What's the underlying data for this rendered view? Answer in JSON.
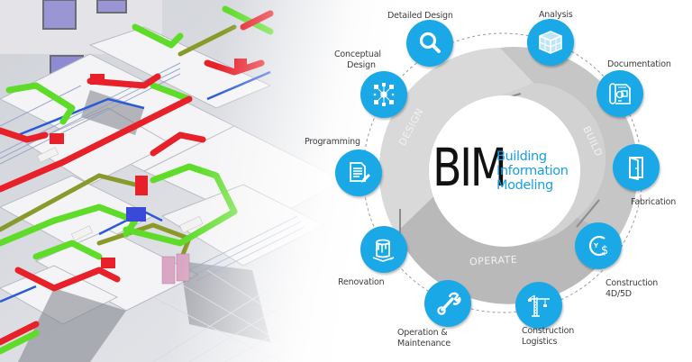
{
  "center": {
    "acronym": "BIM",
    "expansion": [
      "Building",
      "Information",
      "Modeling"
    ]
  },
  "phases": [
    {
      "label": "DESIGN"
    },
    {
      "label": "BUILD"
    },
    {
      "label": "OPERATE"
    }
  ],
  "stages": [
    {
      "label": "Detailed Design",
      "icon": "magnifier-icon"
    },
    {
      "label": "Analysis",
      "icon": "cube-icon"
    },
    {
      "label": "Documentation",
      "icon": "blueprint-document-icon"
    },
    {
      "label": "Fabrication",
      "icon": "door-icon"
    },
    {
      "label_lines": [
        "Construction",
        "4D/5D"
      ],
      "icon": "time-cost-icon"
    },
    {
      "label_lines": [
        "Construction",
        "Logistics"
      ],
      "icon": "tower-crane-icon"
    },
    {
      "label_lines": [
        "Operation &",
        "Maintenance"
      ],
      "icon": "wrench-icon"
    },
    {
      "label": "Renovation",
      "icon": "paint-bucket-icon"
    },
    {
      "label": "Programming",
      "icon": "document-pen-icon"
    },
    {
      "label_lines": [
        "Conceptual",
        "Design"
      ],
      "icon": "network-hub-icon"
    }
  ],
  "colors": {
    "accent_blue": "#1aa9e6",
    "ring_grey": "#c8c8c8",
    "ring_grey_dark": "#b4b4b4",
    "text_dark": "#3c3c3c",
    "bim_black": "#111111",
    "pipe_red": "#e8202a",
    "pipe_green": "#5fdc2a",
    "pipe_olive": "#8a9a2a",
    "pipe_blue": "#2a5ad8"
  }
}
